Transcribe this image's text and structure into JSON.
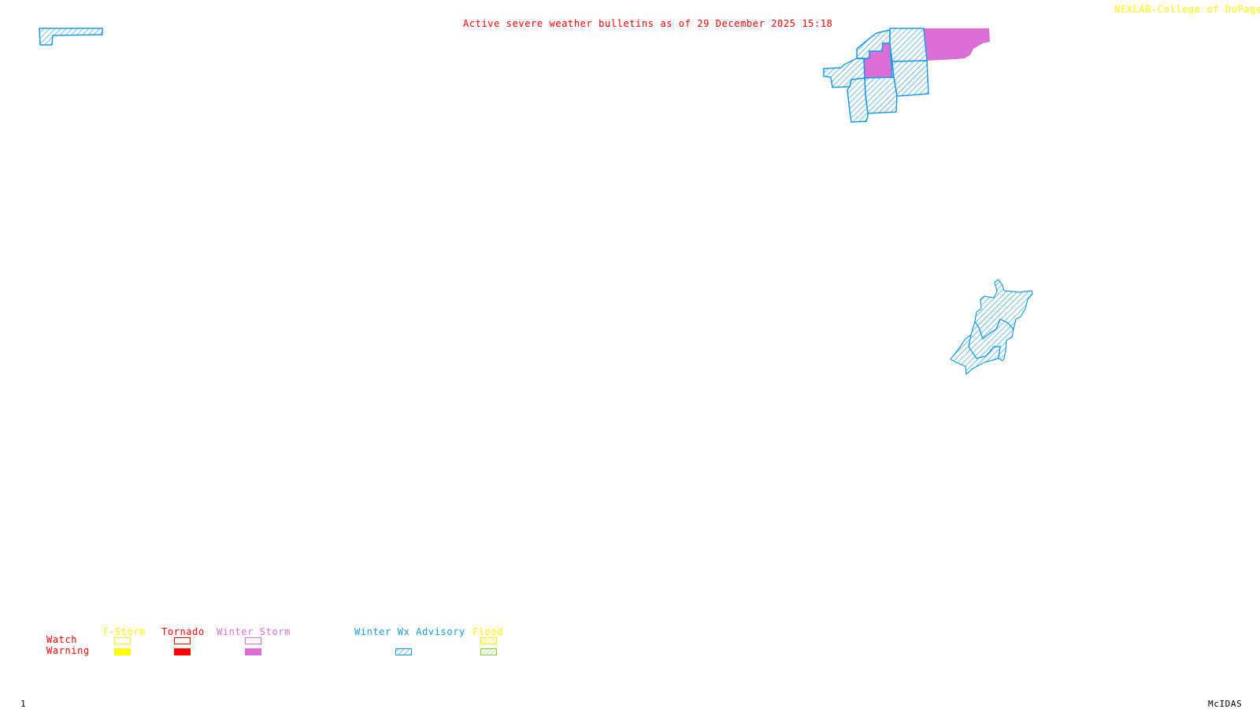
{
  "header": {
    "title": "Active severe weather bulletins as of 29 December 2025 15:18",
    "credit": "NEXLAB-College of DuPage"
  },
  "footer": {
    "frame_number": "1",
    "software": "McIDAS"
  },
  "colors": {
    "title": "#ff0000",
    "credit": "#ffff00",
    "tstorm": "#ffff00",
    "tornado": "#ff0000",
    "winter_storm": "#da70d6",
    "winter_advisory": "#1e9be6",
    "flood_watch": "#ffff00",
    "flood_warning": "#7fd13b"
  },
  "map": {
    "regions": [
      {
        "name": "northwest-advisory",
        "type": "Winter Wx Advisory"
      },
      {
        "name": "northeast-advisory-cluster",
        "type": "Winter Wx Advisory"
      },
      {
        "name": "northeast-winter-storm-warning-east",
        "type": "Winter Storm Warning"
      },
      {
        "name": "northeast-winter-storm-warning-west",
        "type": "Winter Storm Warning"
      },
      {
        "name": "southeast-advisory-cluster",
        "type": "Winter Wx Advisory"
      }
    ]
  },
  "legend": {
    "row_labels": {
      "watch": "Watch",
      "warning": "Warning"
    },
    "columns": [
      {
        "label": "T-Storm",
        "watch": true,
        "warning": true
      },
      {
        "label": "Tornado",
        "watch": true,
        "warning": true
      },
      {
        "label": "Winter Storm",
        "watch": true,
        "warning": true
      },
      {
        "label": "Winter Wx Advisory",
        "watch": false,
        "warning": true
      },
      {
        "label": "Flood",
        "watch": true,
        "warning": true
      }
    ]
  }
}
